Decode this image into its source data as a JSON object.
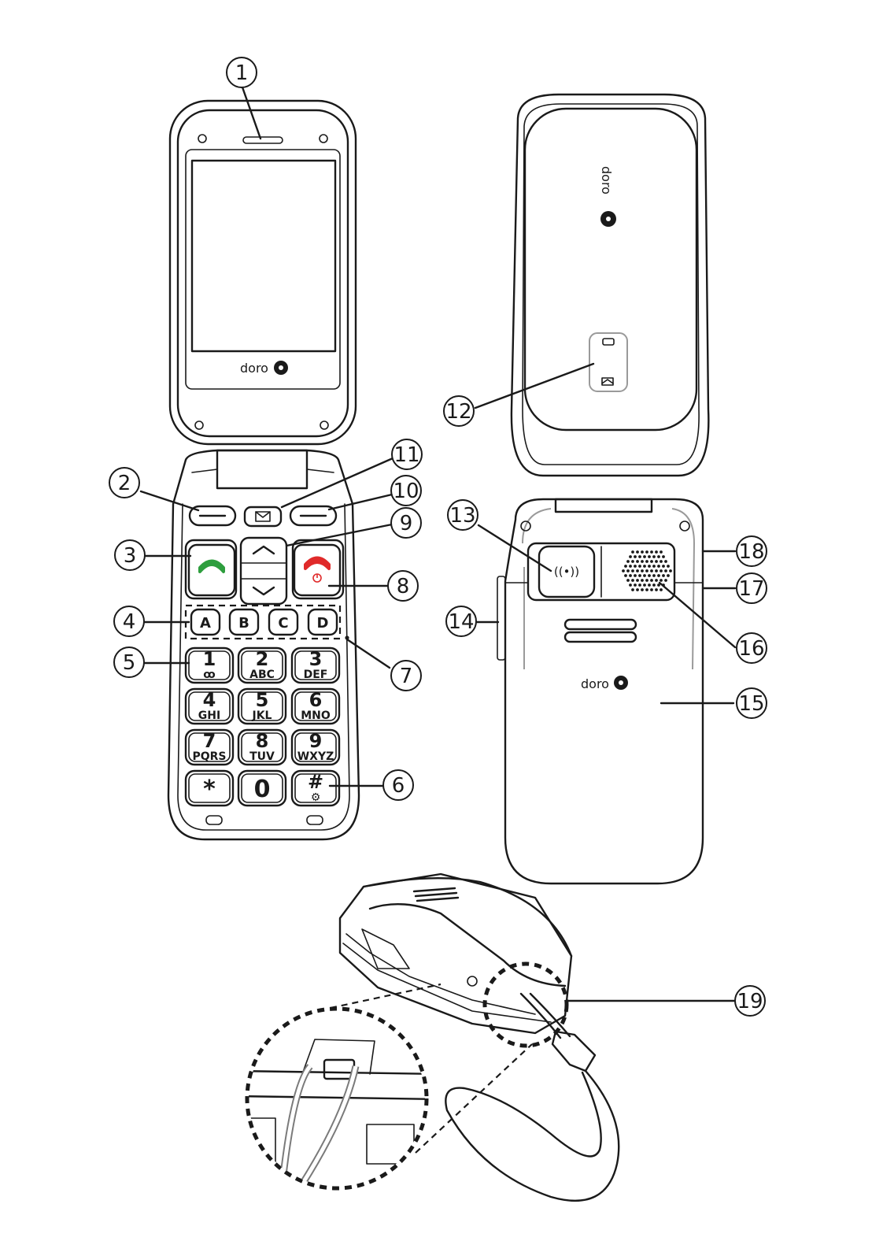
{
  "callouts": [
    "1",
    "2",
    "3",
    "4",
    "5",
    "6",
    "7",
    "8",
    "9",
    "10",
    "11",
    "12",
    "13",
    "14",
    "15",
    "16",
    "17",
    "18",
    "19"
  ],
  "brand": "doro",
  "letter_keys": [
    "A",
    "B",
    "C",
    "D"
  ],
  "keypad": [
    {
      "num": "1",
      "letters": "ꝏ"
    },
    {
      "num": "2",
      "letters": "ABC"
    },
    {
      "num": "3",
      "letters": "DEF"
    },
    {
      "num": "4",
      "letters": "GHI"
    },
    {
      "num": "5",
      "letters": "JKL"
    },
    {
      "num": "6",
      "letters": "MNO"
    },
    {
      "num": "7",
      "letters": "PQRS"
    },
    {
      "num": "8",
      "letters": "TUV"
    },
    {
      "num": "9",
      "letters": "WXYZ"
    },
    {
      "num": "*",
      "letters": ""
    },
    {
      "num": "0",
      "letters": ""
    },
    {
      "num": "#",
      "letters": "⚙"
    }
  ],
  "speaker_glyph": "((•))",
  "colors": {
    "call": "#2e9e3e",
    "end": "#e02a2a",
    "line": "#1a1a1a"
  }
}
